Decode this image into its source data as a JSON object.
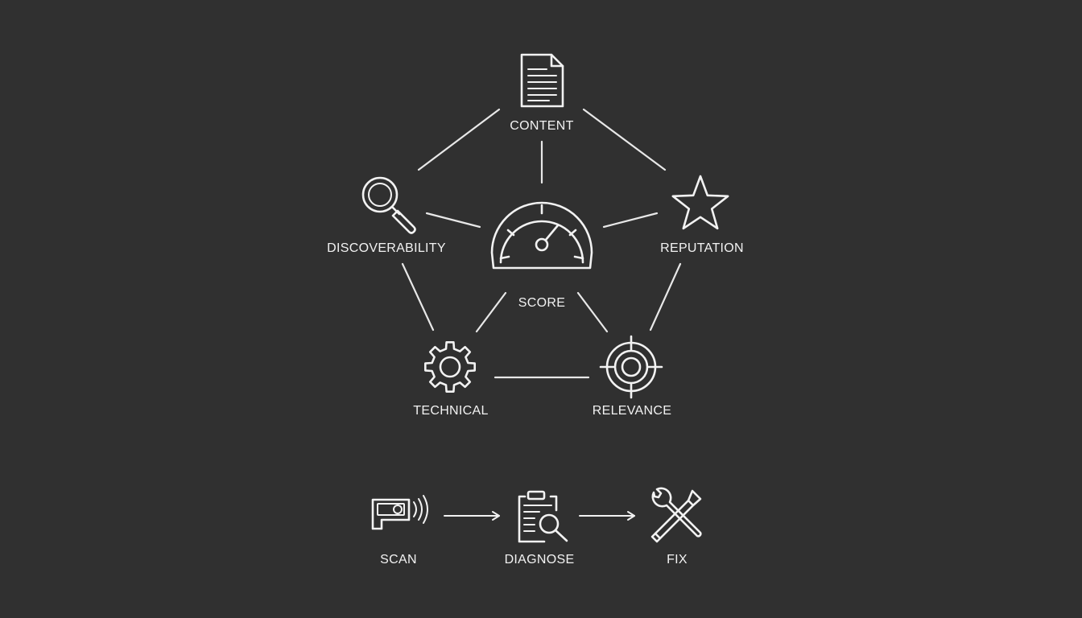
{
  "nodes": {
    "content": "CONTENT",
    "discoverability": "DISCOVERABILITY",
    "reputation": "REPUTATION",
    "score": "SCORE",
    "technical": "TECHNICAL",
    "relevance": "RELEVANCE"
  },
  "process": {
    "scan": "SCAN",
    "diagnose": "DIAGNOSE",
    "fix": "FIX"
  },
  "icons": {
    "content": "document-icon",
    "discoverability": "magnifier-icon",
    "reputation": "star-icon",
    "score": "gauge-icon",
    "technical": "gear-icon",
    "relevance": "target-icon",
    "scan": "scanner-icon",
    "diagnose": "clipboard-search-icon",
    "fix": "tools-icon"
  }
}
